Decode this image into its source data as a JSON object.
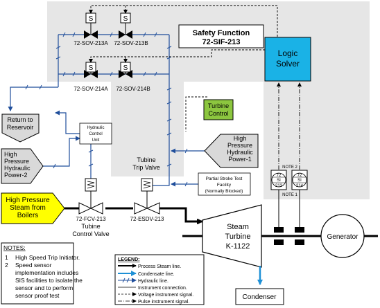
{
  "sif": {
    "title": "Safety Function",
    "tag": "72-SIF-213"
  },
  "logic_solver": {
    "line1": "Logic",
    "line2": "Solver"
  },
  "turbine_control": {
    "line1": "Turbine",
    "line2": "Control"
  },
  "valves": {
    "sov_213a": "72-SOV-213A",
    "sov_213b": "72-SOV-213B",
    "sov_214a": "72-SOV-214A",
    "sov_214b": "72-SOV-214B",
    "fcv": "72-FCV-213",
    "esdv": "72-ESDV-213",
    "solenoid_symbol": "S"
  },
  "reservoir": {
    "line1": "Return to",
    "line2": "Reservoir"
  },
  "hcu": {
    "line1": "Hydraulic",
    "line2": "Control",
    "line3": "Unit"
  },
  "hp_power_1": {
    "line1": "High",
    "line2": "Pressure",
    "line3": "Hydraulic",
    "line4": "Power-1"
  },
  "hp_power_2": {
    "line1": "High",
    "line2": "Pressure",
    "line3": "Hydraulic",
    "line4": "Power-2"
  },
  "trip_valve": {
    "line1": "Tubine",
    "line2": "Trip Valve"
  },
  "control_valve": {
    "line1": "Tubine",
    "line2": "Control Valve"
  },
  "partial_stroke": {
    "line1": "Partial Stroke Test",
    "line2": "Facility",
    "line3": "(Normally Blocked)"
  },
  "steam_source": {
    "line1": "High Pressure",
    "line2": "Steam  from",
    "line3": "Boilers"
  },
  "speed_sensors": [
    {
      "tag1": "72",
      "tag2": "SI",
      "tag3": "213"
    },
    {
      "tag1": "72",
      "tag2": "SI",
      "tag3": "214"
    }
  ],
  "note_labels": {
    "top": "NOTE 2",
    "bottom": "NOTE 1"
  },
  "turbine": {
    "line1": "Steam",
    "line2": "Turbine",
    "line3": "K-1122"
  },
  "generator": "Generator",
  "condenser": "Condenser",
  "notes": {
    "title": "NOTES:",
    "items": [
      {
        "num": "1",
        "lines": [
          "High Speed Trip Initiator."
        ]
      },
      {
        "num": "2",
        "lines": [
          "Speed sensor",
          "implementation includes",
          "SIS facilities to isolate the",
          "sensor and to perform",
          "sensor proof test"
        ]
      }
    ]
  },
  "legend": {
    "title": "LEGEND:",
    "items": [
      "Process Steam line.",
      "Condensate line.",
      "Hydraulic line.",
      "Instrument connection.",
      "Voltage instrument signal.",
      "Pulse instrument signal."
    ]
  },
  "colors": {
    "logic_solver": "#1ab2e6",
    "turbine_control": "#8cc63f",
    "steam_source": "#ffff00",
    "hydraulic_line": "#1f4e9b",
    "condensate_line": "#1e90d6",
    "shaded_area": "#e6e6e6",
    "pentagon_fill": "#d9d9d9"
  }
}
